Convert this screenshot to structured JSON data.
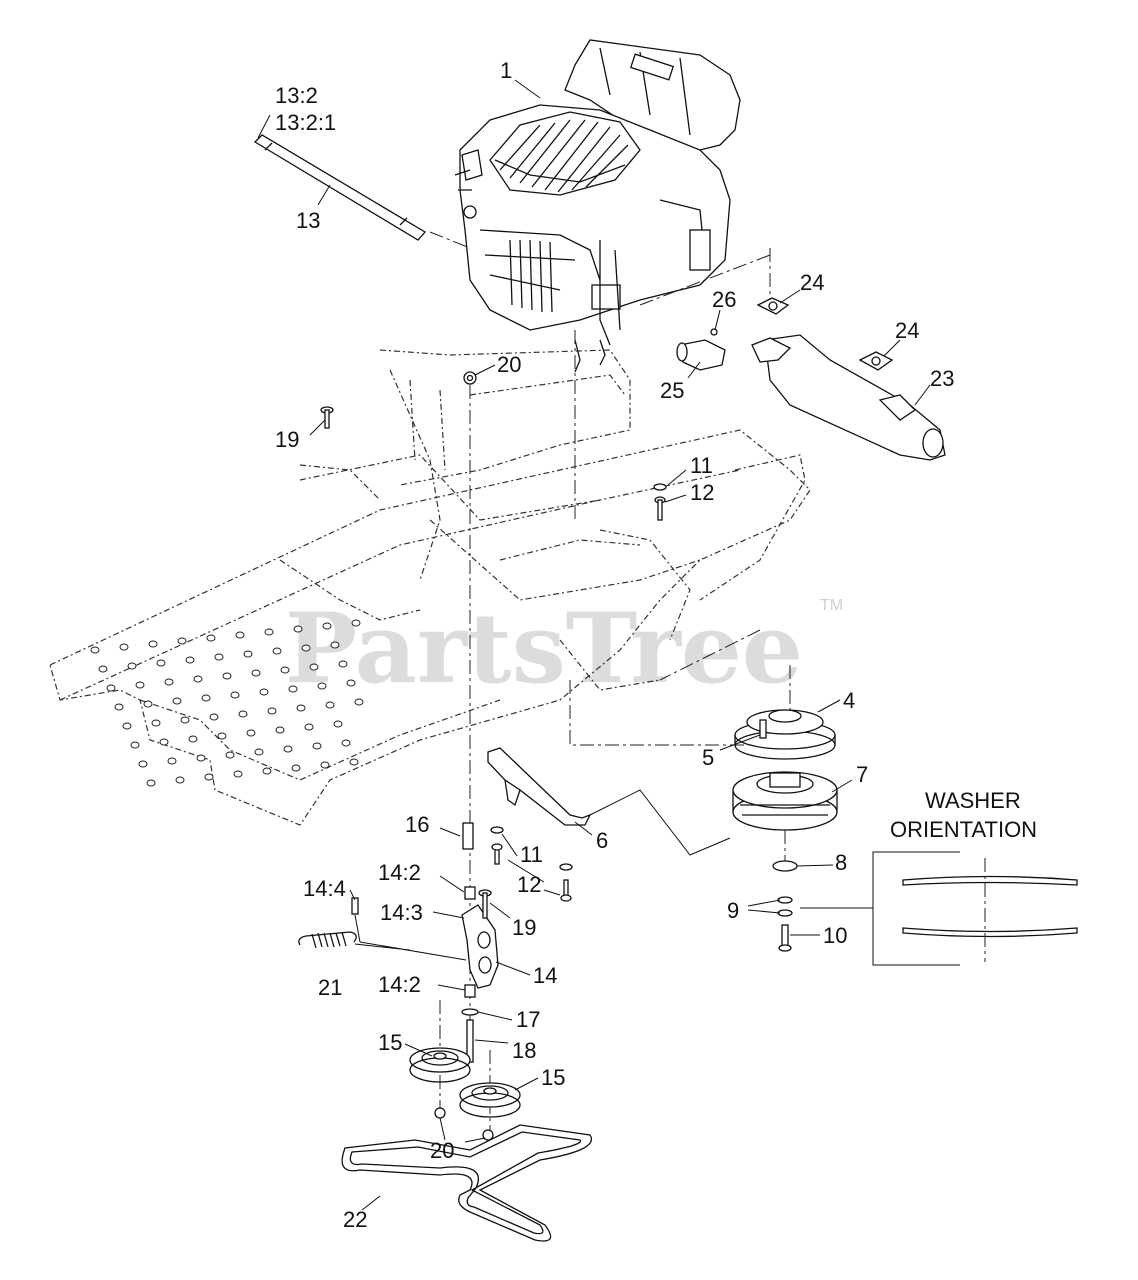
{
  "watermark": {
    "text": "PartsTree",
    "tm": "TM"
  },
  "note": {
    "line1": "WASHER",
    "line2": "ORIENTATION"
  },
  "labels": [
    {
      "id": "1",
      "text": "1"
    },
    {
      "id": "13-2",
      "text": "13:2"
    },
    {
      "id": "13-2-1",
      "text": "13:2:1"
    },
    {
      "id": "13",
      "text": "13"
    },
    {
      "id": "24a",
      "text": "24"
    },
    {
      "id": "26",
      "text": "26"
    },
    {
      "id": "24b",
      "text": "24"
    },
    {
      "id": "20a",
      "text": "20"
    },
    {
      "id": "25",
      "text": "25"
    },
    {
      "id": "23",
      "text": "23"
    },
    {
      "id": "19a",
      "text": "19"
    },
    {
      "id": "11a",
      "text": "11"
    },
    {
      "id": "12a",
      "text": "12"
    },
    {
      "id": "4",
      "text": "4"
    },
    {
      "id": "5",
      "text": "5"
    },
    {
      "id": "7",
      "text": "7"
    },
    {
      "id": "16",
      "text": "16"
    },
    {
      "id": "6",
      "text": "6"
    },
    {
      "id": "11b",
      "text": "11"
    },
    {
      "id": "8",
      "text": "8"
    },
    {
      "id": "14-2a",
      "text": "14:2"
    },
    {
      "id": "12b",
      "text": "12"
    },
    {
      "id": "14-4",
      "text": "14:4"
    },
    {
      "id": "9",
      "text": "9"
    },
    {
      "id": "14-3",
      "text": "14:3"
    },
    {
      "id": "19b",
      "text": "19"
    },
    {
      "id": "10",
      "text": "10"
    },
    {
      "id": "14",
      "text": "14"
    },
    {
      "id": "21",
      "text": "21"
    },
    {
      "id": "14-2b",
      "text": "14:2"
    },
    {
      "id": "17",
      "text": "17"
    },
    {
      "id": "15a",
      "text": "15"
    },
    {
      "id": "18",
      "text": "18"
    },
    {
      "id": "15b",
      "text": "15"
    },
    {
      "id": "20b",
      "text": "20"
    },
    {
      "id": "22",
      "text": "22"
    }
  ]
}
